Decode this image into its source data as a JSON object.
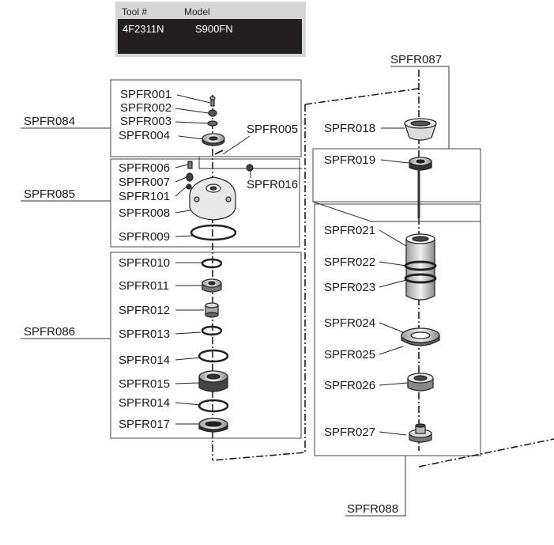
{
  "header": {
    "tool_label": "Tool #",
    "model_label": "Model",
    "tool_value": "4F2311N",
    "model_value": "S900FN"
  },
  "groups": {
    "g084": "SPFR084",
    "g085": "SPFR085",
    "g086": "SPFR086",
    "g087": "SPFR087",
    "g088": "SPFR088"
  },
  "parts": {
    "p001": "SPFR001",
    "p002": "SPFR002",
    "p003": "SPFR003",
    "p004": "SPFR004",
    "p005": "SPFR005",
    "p006": "SPFR006",
    "p007": "SPFR007",
    "p101": "SPFR101",
    "p008": "SPFR008",
    "p009": "SPFR009",
    "p016": "SPFR016",
    "p010": "SPFR010",
    "p011": "SPFR011",
    "p012": "SPFR012",
    "p013": "SPFR013",
    "p014a": "SPFR014",
    "p015": "SPFR015",
    "p014b": "SPFR014",
    "p017": "SPFR017",
    "p018": "SPFR018",
    "p019": "SPFR019",
    "p021": "SPFR021",
    "p022": "SPFR022",
    "p023": "SPFR023",
    "p024": "SPFR024",
    "p025": "SPFR025",
    "p026": "SPFR026",
    "p027": "SPFR027"
  }
}
